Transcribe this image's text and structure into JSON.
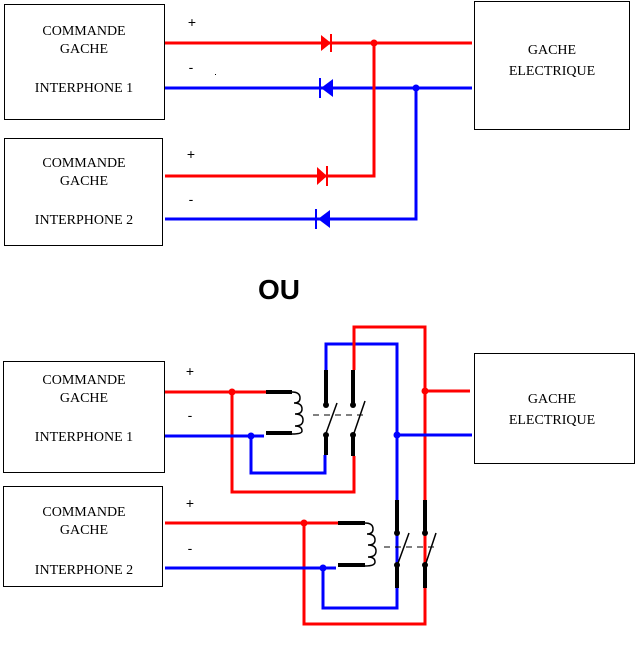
{
  "colors": {
    "positive": "#ff0000",
    "negative": "#0000ff",
    "relay": "#000000"
  },
  "top_section": {
    "controller1": {
      "line1": "COMMANDE",
      "line2": "GACHE",
      "line3": "INTERPHONE 1"
    },
    "controller2": {
      "line1": "COMMANDE",
      "line2": "GACHE",
      "line3": "INTERPHONE 2"
    },
    "strike": {
      "line1": "GACHE",
      "line2": "ELECTRIQUE"
    },
    "plus_label": "+",
    "minus_label": "-"
  },
  "separator": "OU",
  "bottom_section": {
    "controller1": {
      "line1": "COMMANDE",
      "line2": "GACHE",
      "line3": "INTERPHONE 1"
    },
    "controller2": {
      "line1": "COMMANDE",
      "line2": "GACHE",
      "line3": "INTERPHONE 2"
    },
    "strike": {
      "line1": "GACHE",
      "line2": "ELECTRIQUE"
    },
    "plus_label": "+",
    "minus_label": "-"
  }
}
